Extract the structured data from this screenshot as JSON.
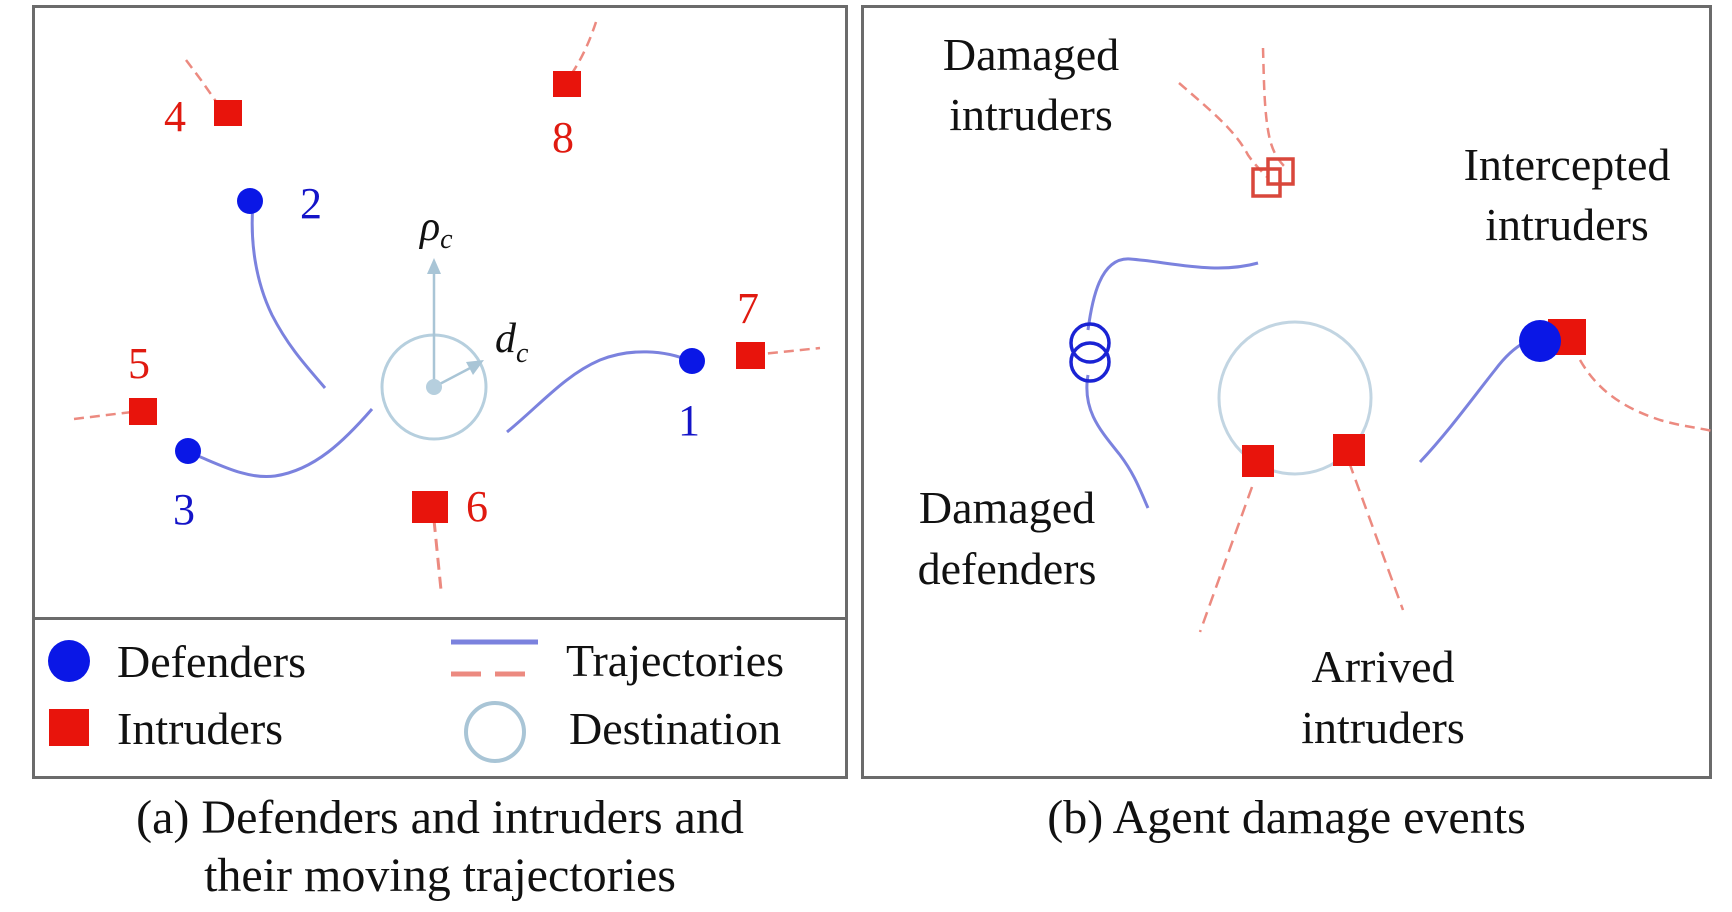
{
  "panel_a": {
    "defender_labels": [
      "1",
      "2",
      "3"
    ],
    "intruder_labels": [
      "4",
      "5",
      "6",
      "7",
      "8"
    ],
    "rho_label": "ρ",
    "rho_sub": "c",
    "d_label": "d",
    "d_sub": "c",
    "legend": {
      "defenders": "Defenders",
      "intruders": "Intruders",
      "trajectories": "Trajectories",
      "destination": "Destination"
    },
    "caption_line1": "(a) Defenders and intruders and",
    "caption_line2": "their moving trajectories"
  },
  "panel_b": {
    "damaged_intruders_1": "Damaged",
    "damaged_intruders_2": "intruders",
    "intercepted_intruders_1": "Intercepted",
    "intercepted_intruders_2": "intruders",
    "damaged_defenders_1": "Damaged",
    "damaged_defenders_2": "defenders",
    "arrived_intruders_1": "Arrived",
    "arrived_intruders_2": "intruders",
    "caption": "(b) Agent damage events"
  },
  "colors": {
    "defender": "#0a17e6",
    "intruder": "#e8140c",
    "trajectory_defender": "#7b82de",
    "trajectory_intruder": "#ec8a80",
    "destination": "#a9c5d6",
    "label_blue": "#1414c8",
    "label_red": "#e01a10"
  }
}
